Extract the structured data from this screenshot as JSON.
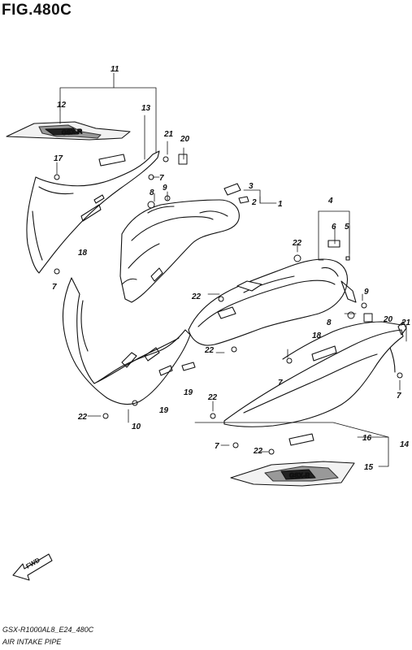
{
  "figure": {
    "title": "FIG.480C",
    "code": "GSX-R1000AL8_E24_480C",
    "description": "AIR INTAKE PIPE"
  },
  "direction_label": "FWD",
  "callouts": [
    "11",
    "12",
    "13",
    "17",
    "18",
    "7",
    "21",
    "20",
    "7",
    "8",
    "9",
    "3",
    "2",
    "1",
    "4",
    "6",
    "5",
    "22",
    "22",
    "9",
    "8",
    "20",
    "21",
    "18",
    "22",
    "7",
    "7",
    "22",
    "19",
    "19",
    "10",
    "22",
    "7",
    "16",
    "14",
    "15",
    "22"
  ],
  "decal_text": "GSX-R"
}
